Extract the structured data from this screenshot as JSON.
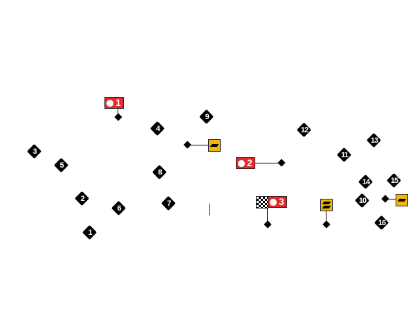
{
  "turns": [
    "1",
    "2",
    "3",
    "4",
    "5",
    "6",
    "7",
    "8",
    "9",
    "10",
    "11",
    "12",
    "13",
    "14",
    "15",
    "16"
  ],
  "drs_zones": [
    "1",
    "2",
    "3"
  ],
  "icons": {
    "drs": "stopwatch-icon",
    "pit": "pit-lane-icon",
    "finish": "checkered-flag-icon"
  },
  "colors": {
    "drs": "#e8282b",
    "pit": "#f2b705",
    "marker": "#000000"
  }
}
